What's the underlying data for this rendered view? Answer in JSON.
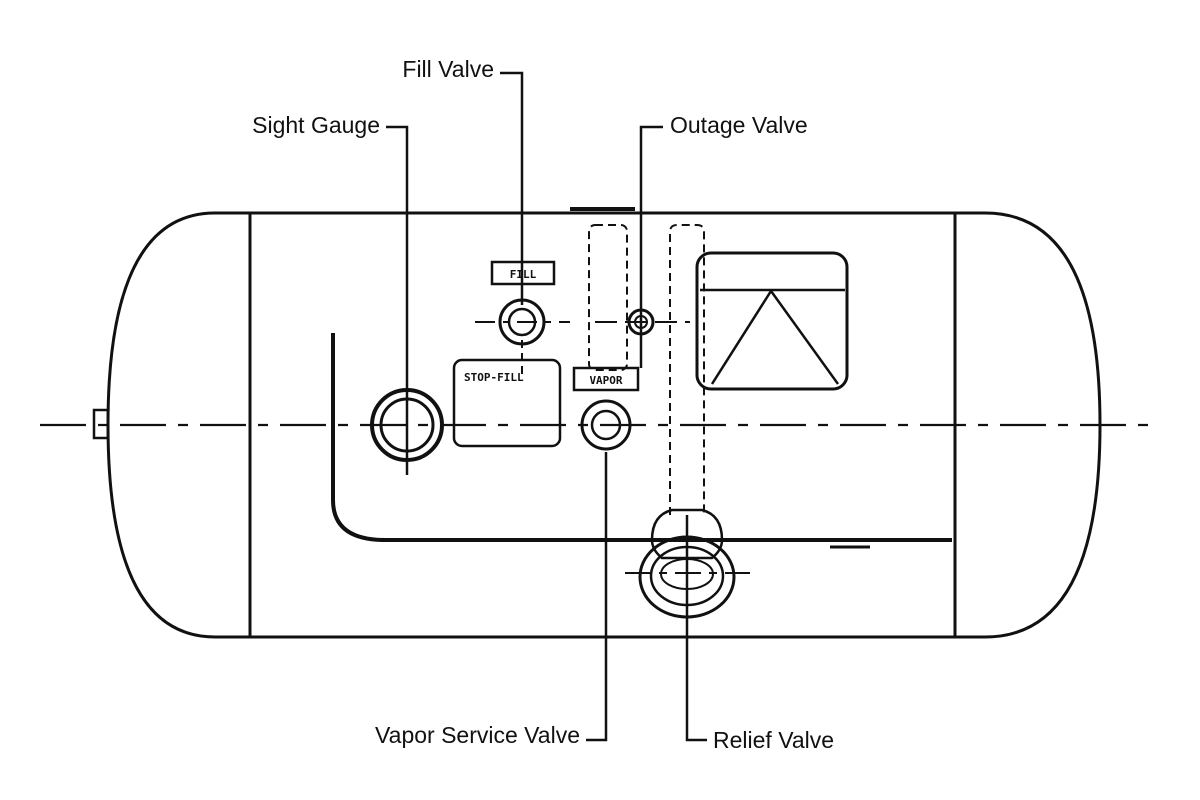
{
  "colors": {
    "ink": "#111111",
    "background": "#ffffff"
  },
  "callouts": {
    "fill_valve": "Fill Valve",
    "sight_gauge": "Sight Gauge",
    "outage_valve": "Outage Valve",
    "vapor_service_valve": "Vapor Service Valve",
    "relief_valve": "Relief Valve"
  },
  "plates": {
    "fill": "FILL",
    "stop_fill": "STOP-FILL",
    "vapor": "VAPOR"
  }
}
